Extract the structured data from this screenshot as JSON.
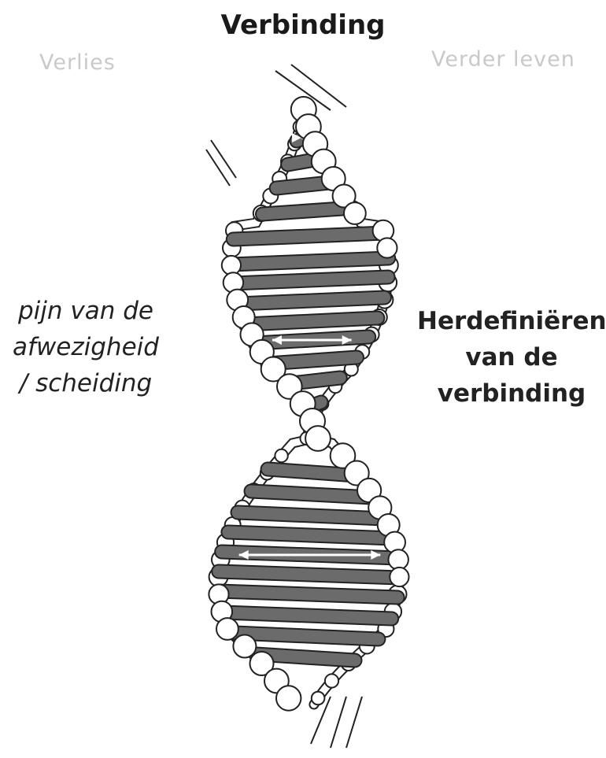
{
  "labels": {
    "top_title": "Verbinding",
    "top_left": "Verlies",
    "top_right": "Verder leven",
    "left_lines": [
      "pijn van de",
      "afwezigheid",
      "/ scheiding"
    ],
    "right_lines": [
      "Herdefiniëren",
      "van de",
      "verbinding"
    ]
  },
  "colors": {
    "rung": "#6b6b6b",
    "outline": "#222222",
    "faint_text": "#c9c9c9"
  },
  "icons": [
    "double-arrow-icon"
  ]
}
